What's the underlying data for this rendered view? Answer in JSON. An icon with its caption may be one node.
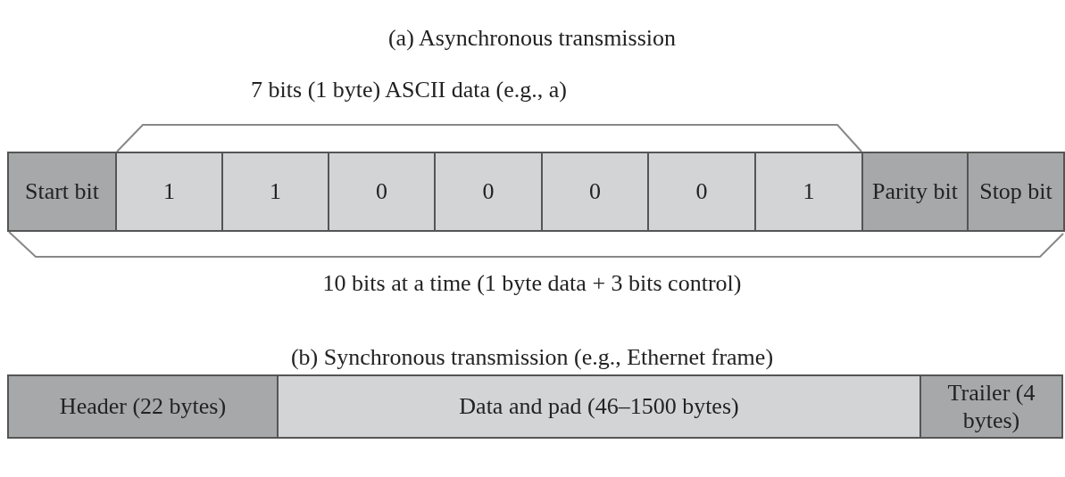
{
  "diagram": {
    "nodes": [
      {
        "text": [
          "Start bit"
        ]
      },
      {
        "text": [
          "1"
        ]
      },
      {
        "text": [
          "1"
        ]
      },
      {
        "text": [
          "0"
        ]
      },
      {
        "text": [
          "0"
        ]
      },
      {
        "text": [
          "0"
        ]
      },
      {
        "text": [
          "0"
        ]
      },
      {
        "text": [
          "1"
        ]
      },
      {
        "text": [
          "Parity bit"
        ]
      },
      {
        "text": [
          "Stop bit"
        ]
      },
      {
        "text": [
          "Header (22 bytes)"
        ]
      },
      {
        "text": [
          "Data and pad (46–1500 bytes)"
        ]
      },
      {
        "text": [
          "Trailer (4 bytes)"
        ]
      }
    ],
    "labels": [
      "(a) Asynchronous transmission",
      "7 bits (1 byte) ASCII data (e.g., a)",
      "10 bits at a time (1 byte data + 3 bits control)",
      "(b) Synchronous transmission (e.g., Ethernet frame)"
    ]
  }
}
